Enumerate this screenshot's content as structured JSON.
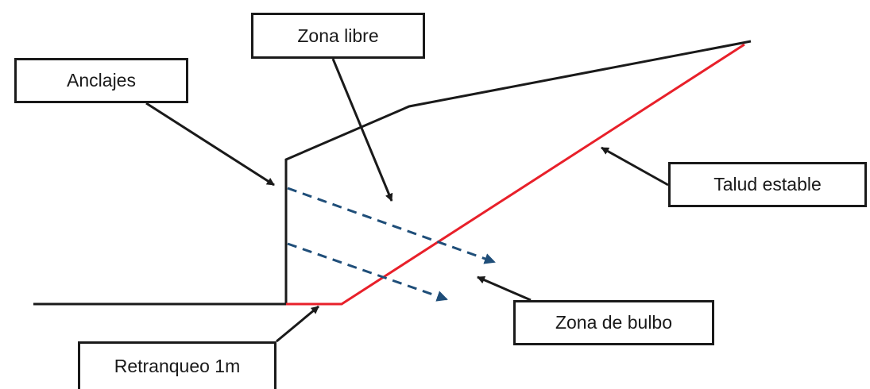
{
  "labels": {
    "zona_libre": "Zona libre",
    "anclajes": "Anclajes",
    "talud_estable": "Talud estable",
    "zona_de_bulbo": "Zona de bulbo",
    "retranqueo": "Retranqueo 1m"
  },
  "colors": {
    "outline": "#1a1a1a",
    "stable_slope": "#e8202a",
    "anchors": "#1f4e79"
  }
}
